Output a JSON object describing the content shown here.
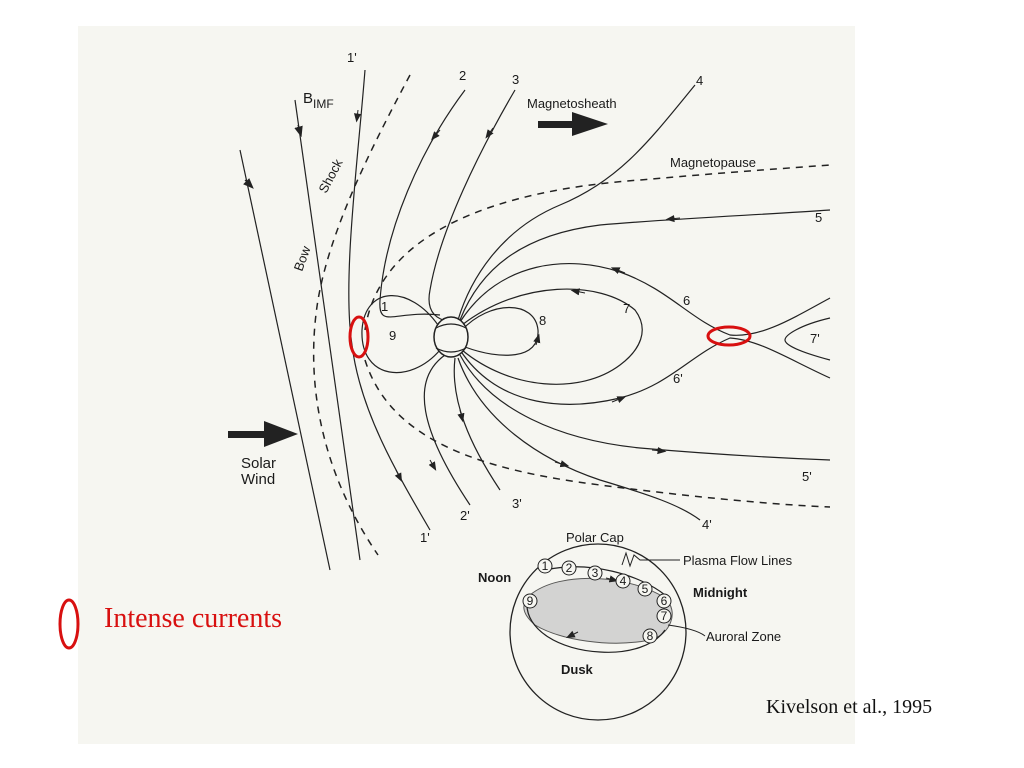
{
  "figure": {
    "imf_label_main": "B",
    "imf_label_sub": "IMF",
    "bow_label": "Bow",
    "shock_label": "Shock",
    "magnetosheath_label": "Magnetosheath",
    "magnetopause_label": "Magnetopause",
    "solar_wind_label_1": "Solar",
    "solar_wind_label_2": "Wind",
    "field_line_labels": [
      "1'",
      "2",
      "3",
      "4",
      "5",
      "1",
      "9",
      "8",
      "7",
      "6",
      "7'",
      "6'",
      "5'",
      "4'",
      "3'",
      "2'",
      "1'"
    ],
    "inset": {
      "polar_cap": "Polar Cap",
      "plasma_flow_lines": "Plasma Flow Lines",
      "noon": "Noon",
      "midnight": "Midnight",
      "auroral_zone": "Auroral Zone",
      "dusk": "Dusk",
      "circle_numbers": [
        "1",
        "2",
        "3",
        "4",
        "5",
        "6",
        "7",
        "8",
        "9"
      ]
    }
  },
  "legend": {
    "label": "Intense currents",
    "marker_color": "#d81010"
  },
  "citation": "Kivelson et al., 1995"
}
